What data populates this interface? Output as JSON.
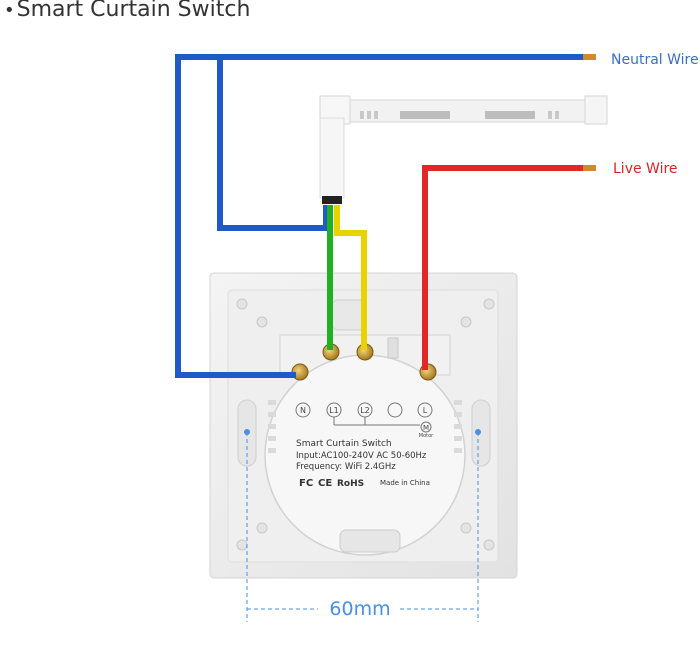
{
  "title": "Smart Curtain Switch",
  "bullet": "•",
  "wires": {
    "neutral": {
      "label": "Neutral Wire",
      "color": "#1E5AC8",
      "label_color": "#3B6FC0"
    },
    "live": {
      "label": "Live Wire",
      "color": "#E02828",
      "label_color": "#D32626"
    },
    "motor_green": {
      "color": "#22B022"
    },
    "motor_yellow": {
      "color": "#E8D200"
    }
  },
  "terminals": [
    "N",
    "L1",
    "L2",
    "L"
  ],
  "motor_label": "M",
  "motor_sub": "Motor",
  "module": {
    "name": "Smart Curtain Switch",
    "input": "Input:AC100-240V AC 50-60Hz",
    "frequency": "Frequency: WiFi 2.4GHz",
    "certs": [
      "FC",
      "CE",
      "RoHS"
    ],
    "made_in": "Made in China"
  },
  "dimension": "60mm",
  "colors": {
    "dimension": "#4A8FE0",
    "plate": "#ECECEC"
  }
}
